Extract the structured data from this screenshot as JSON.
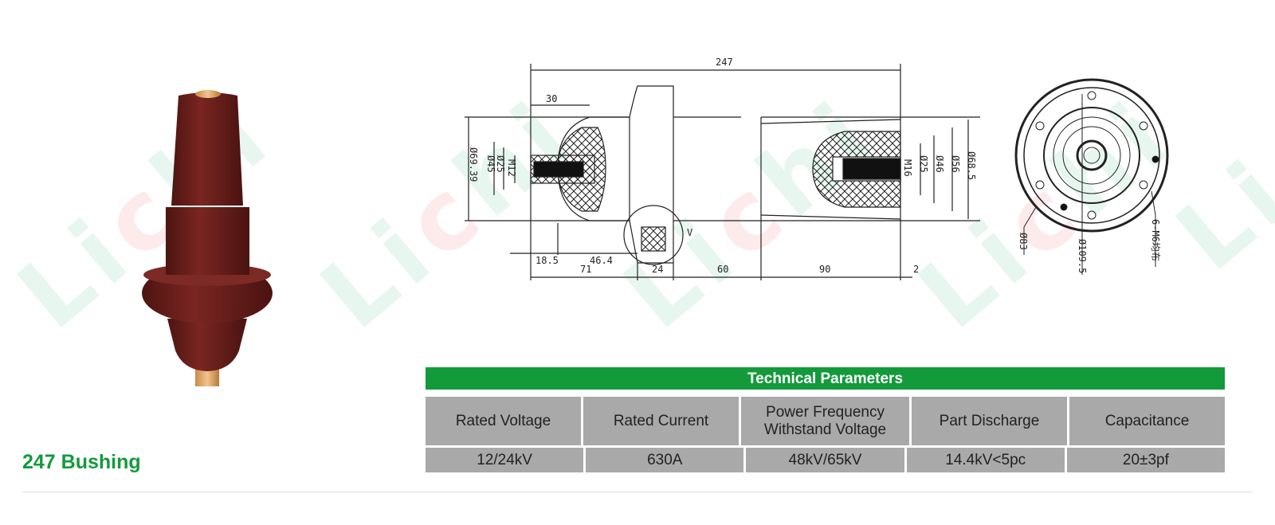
{
  "watermark": "Lichi",
  "product": {
    "title": "247 Bushing"
  },
  "drawing": {
    "overall_length": "247",
    "dim_30": "30",
    "dim_18_5": "18.5",
    "dim_46_4": "46.4",
    "bottom_dims": [
      "71",
      "24",
      "60",
      "90",
      "2"
    ],
    "left_diameters": [
      "Ø69.39",
      "Ø45",
      "Ø25",
      "M12"
    ],
    "right_diameters": [
      "M16",
      "Ø25",
      "Ø46",
      "Ø56",
      "Ø68.5"
    ],
    "detail_mark": "V",
    "end_view": {
      "d_inner": "Ø83",
      "d_outer": "Ø109.5",
      "holes": "6-M6均布"
    }
  },
  "table": {
    "title": "Technical Parameters",
    "headers": [
      "Rated Voltage",
      "Rated Current",
      "Power Frequency Withstand Voltage",
      "Part Discharge",
      "Capacitance"
    ],
    "values": [
      "12/24kV",
      "630A",
      "48kV/65kV",
      "14.4kV<5pc",
      "20±3pf"
    ]
  },
  "colors": {
    "brand_green": "#129a3b",
    "bushing_brown": "#6e1f1c",
    "cell_grey": "#a9a9a9"
  }
}
